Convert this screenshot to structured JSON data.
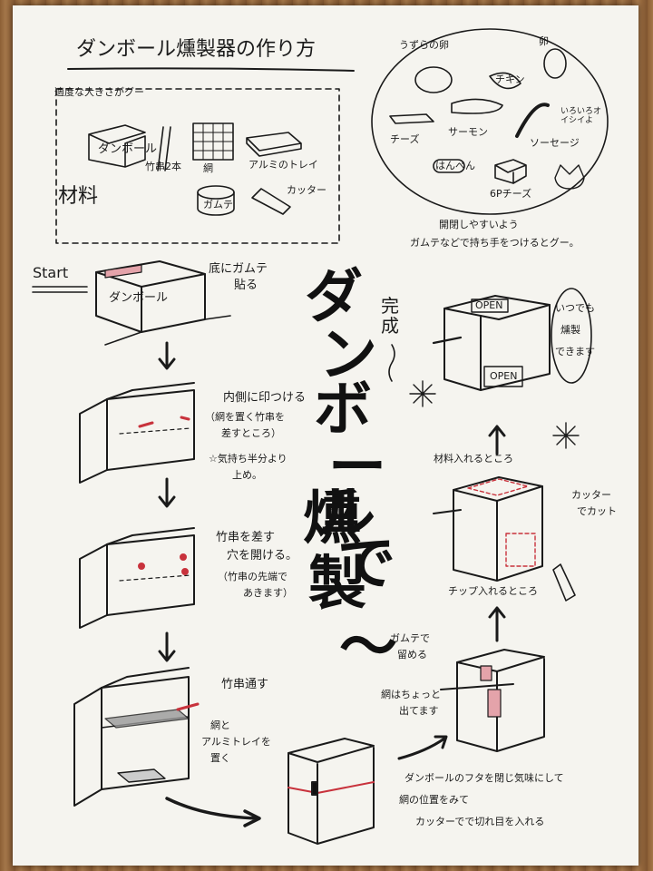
{
  "title": "ダンボール燻製器の作り方",
  "materials": {
    "heading": "材料",
    "note": "適度な大きさがグー",
    "items": [
      "ダンボール",
      "竹串2本",
      "網",
      "アルミのトレイ",
      "ガムテ",
      "カッター"
    ]
  },
  "foods": [
    "うずらの卵",
    "卵",
    "チキン",
    "チーズ",
    "サーモン",
    "ソーセージ",
    "いろいろオイシイよ",
    "はんぺん",
    "6Pチーズ"
  ],
  "start_label": "Start",
  "steps": {
    "s1_box": "ダンボール",
    "s1_note": [
      "底にガムテ",
      "貼る"
    ],
    "s2_note": [
      "内側に印つける",
      "（網を置く竹串を",
      "差すところ）",
      "☆気持ち半分より",
      "上め。"
    ],
    "s3_note": [
      "竹串を差す",
      "穴を開ける。",
      "（竹串の先端で",
      "あきます）"
    ],
    "s4_note": [
      "竹串通す",
      "網と",
      "アルミトレイを",
      "置く"
    ],
    "s5_note": [
      "ダンボールのフタを閉じ気味にして",
      "網の位置をみて",
      "カッターでで切れ目を入れる"
    ],
    "s6_note": [
      "ガムテで",
      "留める",
      "網はちょっと",
      "出てます"
    ],
    "s7_note": [
      "材料入れるところ",
      "カッター",
      "でカット",
      "チップ入れるところ"
    ],
    "s8_note": [
      "開閉しやすいよう",
      "ガムテなどで持ち手をつけるとグー。"
    ],
    "s8_labels": [
      "OPEN",
      "OPEN"
    ],
    "s8_bubble": [
      "いつでも",
      "燻製",
      "できます"
    ],
    "done": "完成"
  },
  "vertical_title": [
    "ダ",
    "ン",
    "ボ",
    "ー",
    "ル",
    "で",
    "燻",
    "製",
    "〜"
  ]
}
